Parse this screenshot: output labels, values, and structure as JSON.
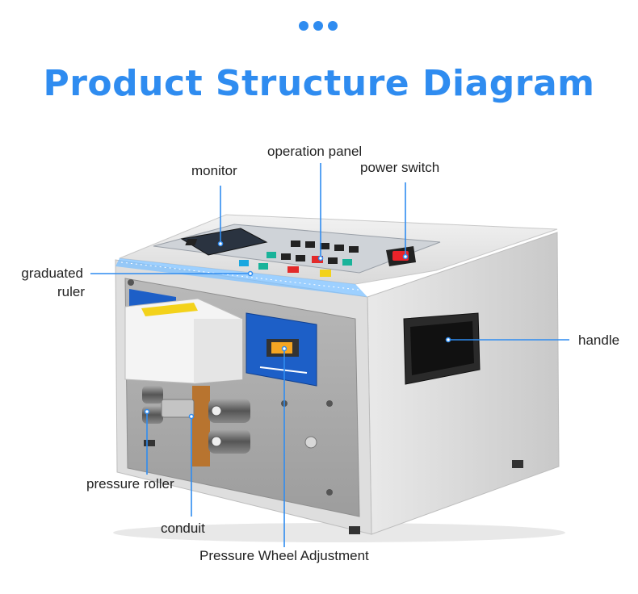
{
  "header": {
    "title": "Product Structure Diagram"
  },
  "labels": {
    "monitor": "monitor",
    "operation_panel": "operation panel",
    "power_switch": "power switch",
    "graduated": "graduated",
    "ruler": "ruler",
    "handle": "handle",
    "pressure_roller": "pressure roller",
    "conduit": "conduit",
    "pressure_wheel_adjustment": "Pressure Wheel Adjustment"
  },
  "colors": {
    "accent": "#2f8cf0",
    "leader_line": "#2f8cf0",
    "machine_body": "#e6e6e6",
    "panel_blue": "#1d5fc7"
  }
}
